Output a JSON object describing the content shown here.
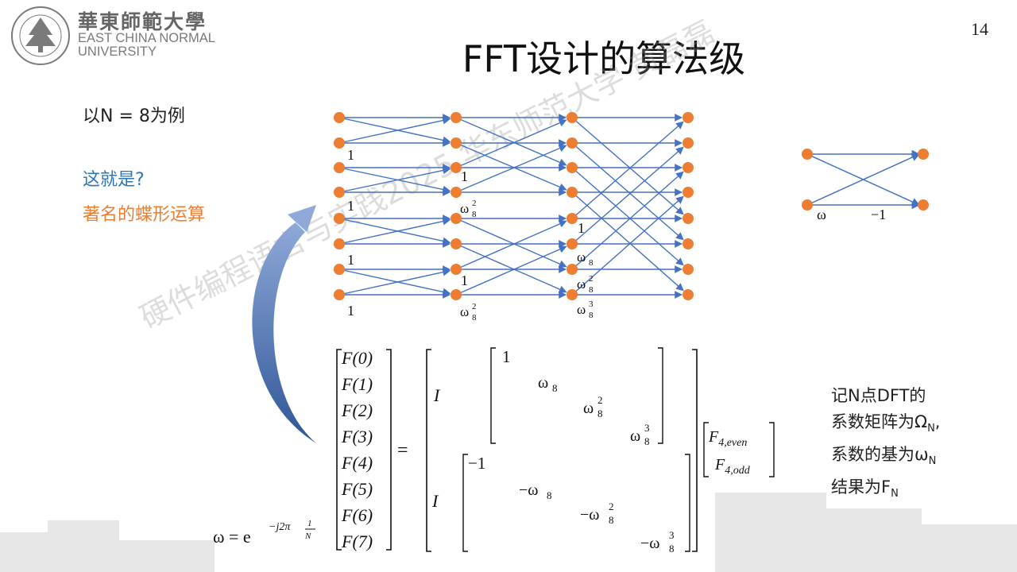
{
  "header": {
    "university_cn": "華東師範大學",
    "university_en_line1": "EAST CHINA NORMAL",
    "university_en_line2": "UNIVERSITY",
    "page_number": "14"
  },
  "slide": {
    "title": "FFT设计的算法级",
    "example": "以N = 8为例",
    "question": "这就是?",
    "answer": "著名的蝶形运算",
    "watermark": "硬件编程语言与实践2025 华东师范大学 黄磊磊"
  },
  "graph_labels": {
    "one": "1",
    "w8": "ω",
    "sub8": "8",
    "sup2": "2",
    "sup3": "3",
    "butterfly_w": "ω",
    "butterfly_minus1": "−1"
  },
  "formula": {
    "omega_def": "ω = e",
    "exponent": "−j2π",
    "frac_num": "1",
    "frac_den": "N",
    "lhs": [
      "F(0)",
      "F(1)",
      "F(2)",
      "F(3)",
      "F(4)",
      "F(5)",
      "F(6)",
      "F(7)"
    ],
    "equals": "=",
    "identity": "I",
    "top_diag": [
      "1",
      "ω",
      "ω",
      "ω"
    ],
    "bottom_diag": [
      "−1",
      "−ω",
      "−ω",
      "−ω"
    ],
    "rhs_vector": [
      "F4,even",
      "F4,odd"
    ]
  },
  "notes": {
    "line1": "记N点DFT的",
    "line2_pre": "系数矩阵为Ω",
    "line2_sub": "N",
    "line2_post": ",",
    "line3_pre": "系数的基为ω",
    "line3_sub": "N",
    "line4_pre": "结果为F",
    "line4_sub": "N"
  },
  "colors": {
    "node": "#ed7d31",
    "edge": "#4472c4",
    "blue_text": "#2e75b6",
    "orange_text": "#ed7d31",
    "curved_arrow": "#2f5597"
  }
}
